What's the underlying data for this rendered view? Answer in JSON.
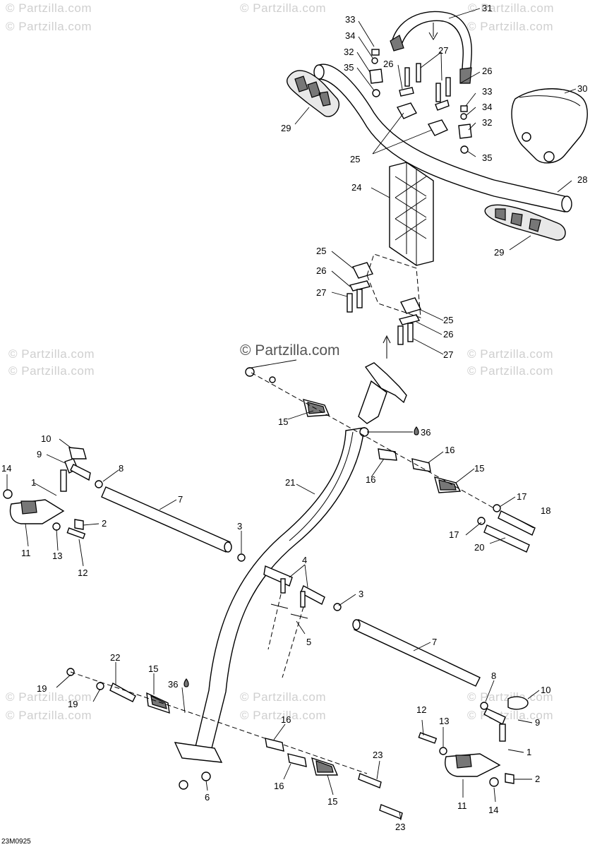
{
  "watermark": {
    "text": "© Partzilla.com",
    "center_text": "© Partzilla.com"
  },
  "diagram_code": "23M0925",
  "callouts": {
    "c1a": "1",
    "c1b": "1",
    "c2a": "2",
    "c2b": "2",
    "c3a": "3",
    "c3b": "3",
    "c4": "4",
    "c5": "5",
    "c6": "6",
    "c7a": "7",
    "c7b": "7",
    "c8a": "8",
    "c8b": "8",
    "c9a": "9",
    "c9b": "9",
    "c10a": "10",
    "c10b": "10",
    "c11a": "11",
    "c11b": "11",
    "c12a": "12",
    "c12b": "12",
    "c13a": "13",
    "c13b": "13",
    "c14a": "14",
    "c14b": "14",
    "c15a": "15",
    "c15b": "15",
    "c15c": "15",
    "c15d": "15",
    "c16a": "16",
    "c16b": "16",
    "c16c": "16",
    "c16d": "16",
    "c17a": "17",
    "c17b": "17",
    "c18": "18",
    "c19a": "19",
    "c19b": "19",
    "c20": "20",
    "c21": "21",
    "c22": "22",
    "c23a": "23",
    "c23b": "23",
    "c24": "24",
    "c25a": "25",
    "c25b": "25",
    "c25c": "25",
    "c26a": "26",
    "c26b": "26",
    "c26c": "26",
    "c26d": "26",
    "c27a": "27",
    "c27b": "27",
    "c27c": "27",
    "c28": "28",
    "c29a": "29",
    "c29b": "29",
    "c30": "30",
    "c31": "31",
    "c32a": "32",
    "c32b": "32",
    "c33a": "33",
    "c33b": "33",
    "c34a": "34",
    "c34b": "34",
    "c35a": "35",
    "c35b": "35",
    "c36a": "36",
    "c36b": "36"
  }
}
